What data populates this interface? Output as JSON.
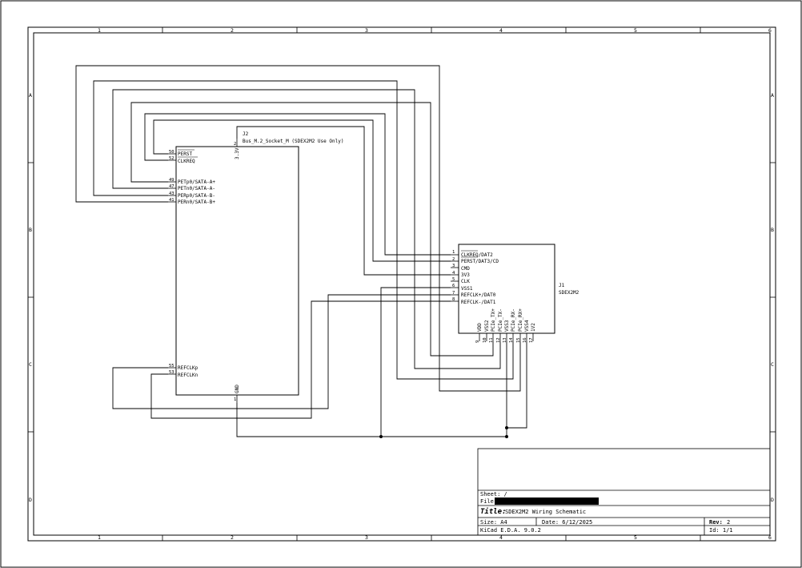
{
  "frame": {
    "columns": [
      "1",
      "2",
      "3",
      "4",
      "5",
      "6"
    ],
    "rows": [
      "A",
      "B",
      "C",
      "D"
    ]
  },
  "j2": {
    "ref": "J2",
    "value": "Bus_M.2_Socket_M (SDEX2M2 Use Only)",
    "pins": [
      {
        "num": "50",
        "name": "PERST"
      },
      {
        "num": "52",
        "name": "CLKREQ"
      },
      {
        "num": "49",
        "name": "PETp0/SATA-A+"
      },
      {
        "num": "47",
        "name": "PETn0/SATA-A-"
      },
      {
        "num": "43",
        "name": "PERp0/SATA-B-"
      },
      {
        "num": "41",
        "name": "PERn0/SATA-B+"
      },
      {
        "num": "55",
        "name": "REFCLKp"
      },
      {
        "num": "53",
        "name": "REFCLKn"
      },
      {
        "num": "2",
        "name": "3.3V"
      },
      {
        "num": "1",
        "name": "GND"
      }
    ]
  },
  "j1": {
    "ref": "J1",
    "value": "SDEX2M2",
    "left_pins": [
      {
        "num": "1",
        "name": "CLKREQ/DAT2"
      },
      {
        "num": "2",
        "name": "PERST/DAT3/CD"
      },
      {
        "num": "3",
        "name": "CMD"
      },
      {
        "num": "4",
        "name": "3V3"
      },
      {
        "num": "5",
        "name": "CLK"
      },
      {
        "num": "6",
        "name": "VSS1"
      },
      {
        "num": "7",
        "name": "REFCLK+/DAT0"
      },
      {
        "num": "8",
        "name": "REFCLK-/DAT1"
      }
    ],
    "bottom_pins": [
      {
        "num": "9",
        "name": "VDD"
      },
      {
        "num": "10",
        "name": "VSS2"
      },
      {
        "num": "11",
        "name": "PCIe_TX+"
      },
      {
        "num": "12",
        "name": "PCIe_TX-"
      },
      {
        "num": "13",
        "name": "VSS3"
      },
      {
        "num": "14",
        "name": "PCIe_RX-"
      },
      {
        "num": "15",
        "name": "PCIe_RX+"
      },
      {
        "num": "16",
        "name": "VSS4"
      },
      {
        "num": "17",
        "name": "1V2"
      }
    ]
  },
  "title_block": {
    "sheet": "Sheet: /",
    "file": "File:",
    "title_label": "Title:",
    "title": "SDEX2M2 Wiring Schematic",
    "size": "Size: A4",
    "date": "Date: 6/12/2025",
    "rev_label": "Rev:",
    "rev": "2",
    "tool": "KiCad E.D.A. 9.0.2",
    "id": "Id: 1/1"
  }
}
